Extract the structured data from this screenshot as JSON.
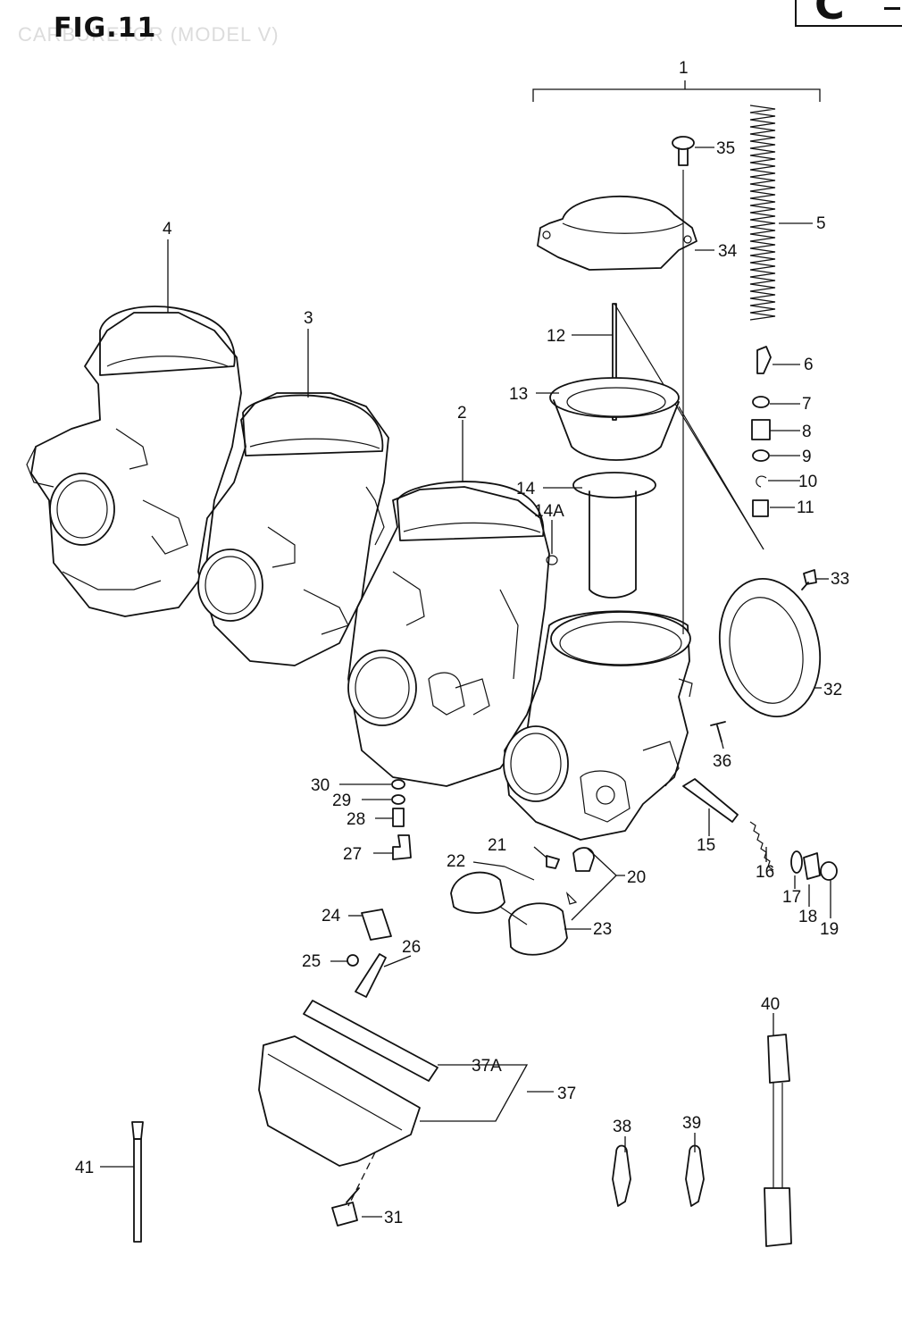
{
  "figure": {
    "title": "FIG.11",
    "faint_header": "CARBURETOR (MODEL V)",
    "corner_letter": "C"
  },
  "labels": {
    "p1": "1",
    "p2": "2",
    "p3": "3",
    "p4": "4",
    "p5": "5",
    "p6": "6",
    "p7": "7",
    "p8": "8",
    "p9": "9",
    "p10": "10",
    "p11": "11",
    "p12": "12",
    "p13": "13",
    "p14": "14",
    "p14a": "14A",
    "p15": "15",
    "p16": "16",
    "p17": "17",
    "p18": "18",
    "p19": "19",
    "p20": "20",
    "p21": "21",
    "p22": "22",
    "p23": "23",
    "p24": "24",
    "p25": "25",
    "p26": "26",
    "p27": "27",
    "p28": "28",
    "p29": "29",
    "p30": "30",
    "p31": "31",
    "p32": "32",
    "p33": "33",
    "p34": "34",
    "p35": "35",
    "p36": "36",
    "p37": "37",
    "p37a": "37A",
    "p38": "38",
    "p39": "39",
    "p40": "40",
    "p41": "41"
  }
}
